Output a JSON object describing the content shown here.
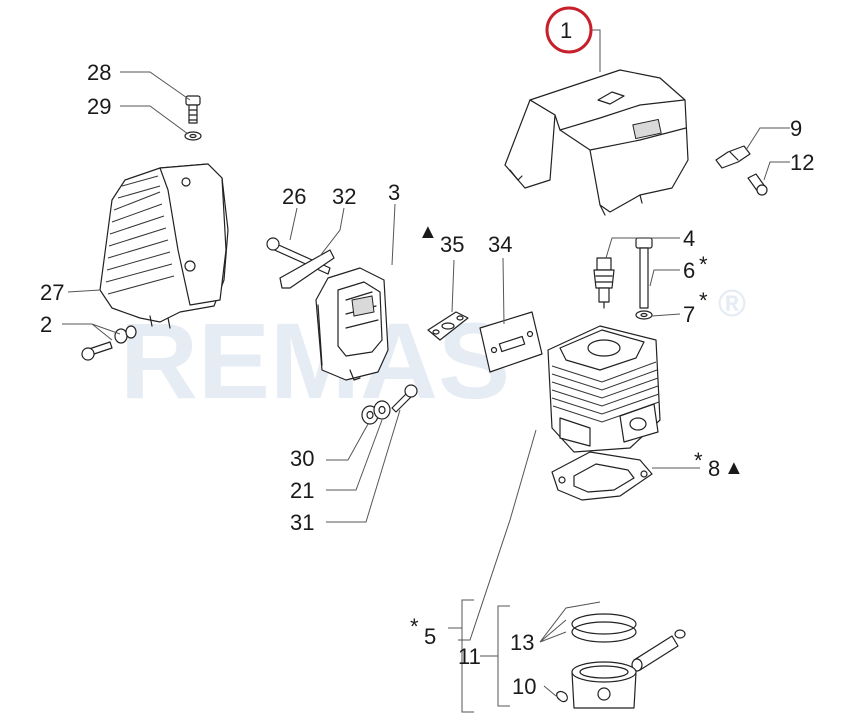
{
  "watermark": {
    "text": "REMAS",
    "registered": "®"
  },
  "callouts": {
    "p1": "1",
    "p2": "2",
    "p3": "3",
    "p4": "4",
    "p5": "5",
    "p6": "6",
    "p7": "7",
    "p8": "8",
    "p9": "9",
    "p10": "10",
    "p11": "11",
    "p12": "12",
    "p13": "13",
    "p21": "21",
    "p26": "26",
    "p27": "27",
    "p28": "28",
    "p29": "29",
    "p30": "30",
    "p31": "31",
    "p32": "32",
    "p34": "34",
    "p35": "35"
  },
  "markers": {
    "asterisk": "*",
    "triangle": "▲"
  },
  "colors": {
    "highlight_circle": "#c8202a",
    "line": "#222222",
    "watermark": "#e6ecf4"
  }
}
